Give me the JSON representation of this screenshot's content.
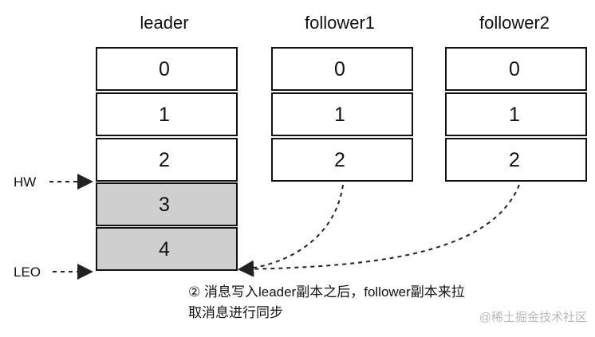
{
  "columns": [
    {
      "title": "leader",
      "cells": [
        "0",
        "1",
        "2",
        "3",
        "4"
      ],
      "shaded_from": 3
    },
    {
      "title": "follower1",
      "cells": [
        "0",
        "1",
        "2"
      ]
    },
    {
      "title": "follower2",
      "cells": [
        "0",
        "1",
        "2"
      ]
    }
  ],
  "markers": {
    "hw": "HW",
    "leo": "LEO"
  },
  "caption": {
    "line1": "② 消息写入leader副本之后，follower副本来拉",
    "line2": "取消息进行同步"
  },
  "watermark": "@稀土掘金技术社区",
  "colors": {
    "cell_fill": "#ffffff",
    "shaded_fill": "#cfcfcf",
    "stroke": "#111111",
    "arrow": "#222222"
  }
}
